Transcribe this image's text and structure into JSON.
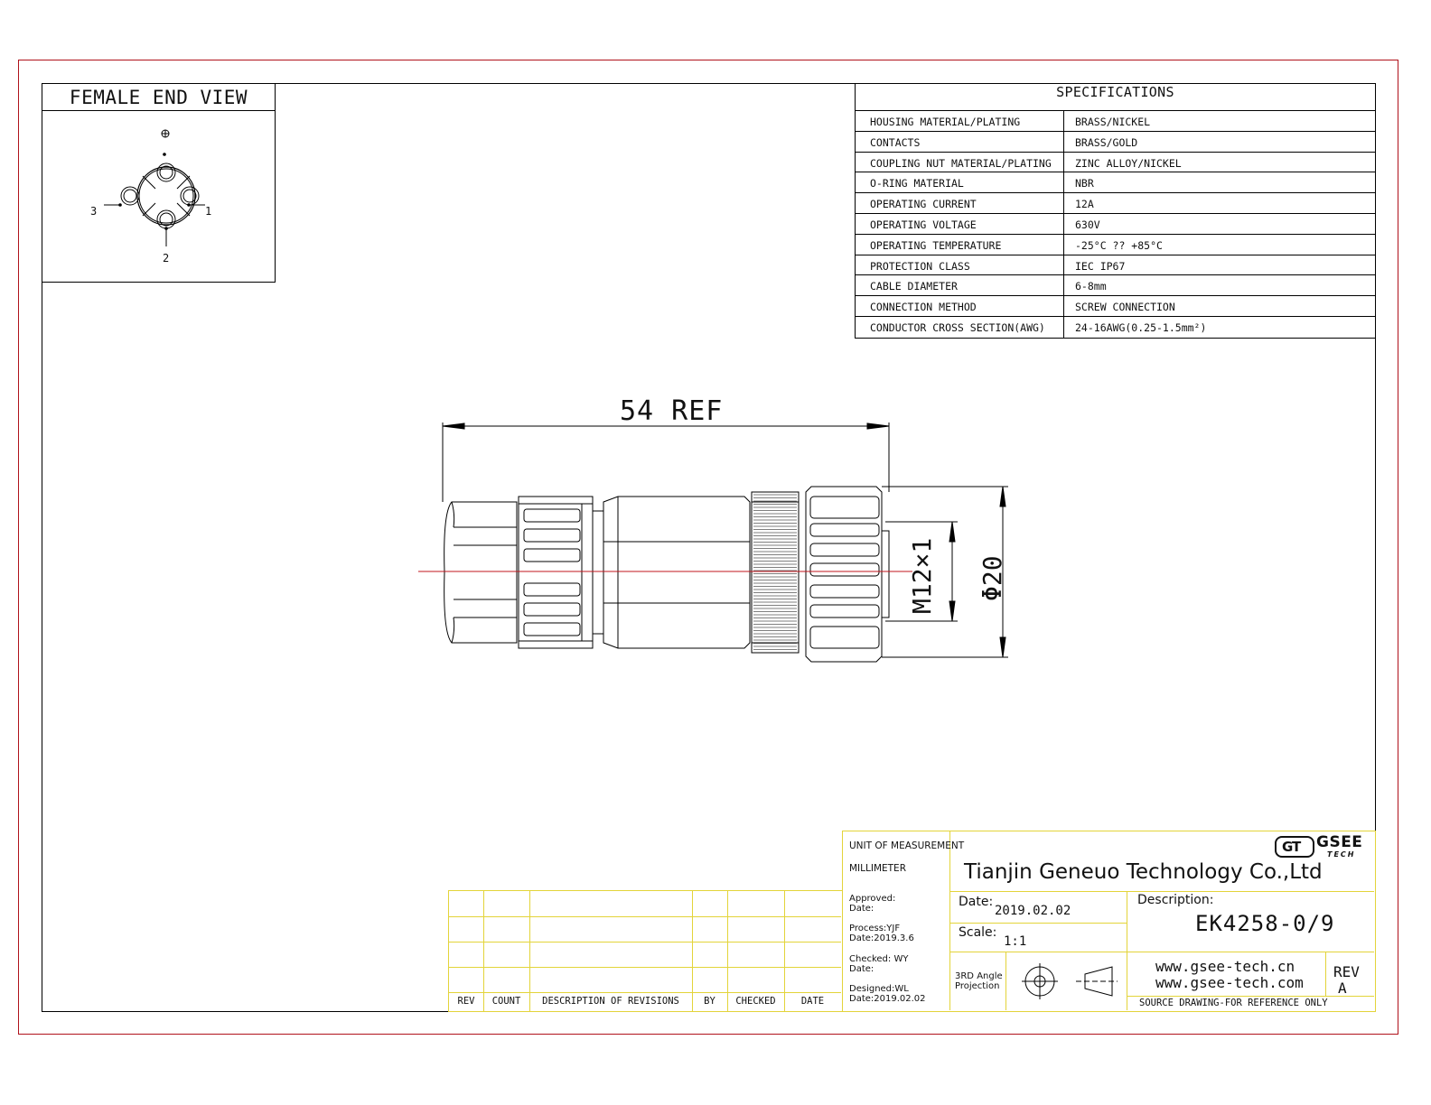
{
  "female_end_view": {
    "title": "FEMALE END VIEW",
    "pin_labels": [
      "1",
      "2",
      "3"
    ]
  },
  "specifications": {
    "title": "SPECIFICATIONS",
    "rows": [
      {
        "key": "HOUSING MATERIAL/PLATING",
        "value": "BRASS/NICKEL"
      },
      {
        "key": "CONTACTS",
        "value": "BRASS/GOLD"
      },
      {
        "key": "COUPLING NUT MATERIAL/PLATING",
        "value": "ZINC ALLOY/NICKEL"
      },
      {
        "key": "O-RING MATERIAL",
        "value": "NBR"
      },
      {
        "key": "OPERATING CURRENT",
        "value": "12A"
      },
      {
        "key": "OPERATING VOLTAGE",
        "value": "630V"
      },
      {
        "key": "OPERATING TEMPERATURE",
        "value": "-25°C ?? +85°C"
      },
      {
        "key": "PROTECTION CLASS",
        "value": "IEC  IP67"
      },
      {
        "key": "CABLE  DIAMETER",
        "value": "6-8mm"
      },
      {
        "key": "CONNECTION  METHOD",
        "value": "SCREW  CONNECTION"
      },
      {
        "key": "CONDUCTOR  CROSS  SECTION(AWG)",
        "value": "24-16AWG(0.25-1.5mm²)"
      }
    ]
  },
  "drawing": {
    "length_dim": "54 REF",
    "thread_dim": "M12×1",
    "diameter_dim": "Φ20"
  },
  "title_block": {
    "unit_label": "UNIT OF MEASUREMENT",
    "unit_value": "MILLIMETER",
    "company": "Tianjin Geneuo Technology Co.,Ltd",
    "logo_text": "GSEE",
    "logo_sub": "TECH",
    "logo_mark": "GT",
    "approved_label": "Approved:",
    "approved_date_label": "Date:",
    "process": "Process:YJF",
    "process_date": "Date:2019.3.6",
    "checked": "Checked: WY",
    "checked_date": "Date:",
    "designed": "Designed:WL",
    "designed_date": "Date:2019.02.02",
    "date_label": "Date:",
    "date_value": "2019.02.02",
    "scale_label": "Scale:",
    "scale_value": "1:1",
    "projection_line1": "3RD Angle",
    "projection_line2": "Projection",
    "description_label": "Description:",
    "part_number": "EK4258-0/9",
    "website1": "www.gsee-tech.cn",
    "website2": "www.gsee-tech.com",
    "rev_label": "REV",
    "rev_value": "A",
    "source_note": "SOURCE DRAWING-FOR REFERENCE ONLY"
  },
  "revision_table": {
    "headers": [
      "REV",
      "COUNT",
      "DESCRIPTION  OF  REVISIONS",
      "BY",
      "CHECKED",
      "DATE"
    ]
  },
  "colors": {
    "frame": "#b0121b",
    "title_block": "#e3d43a",
    "centerline": "#c0141c",
    "line": "#000000"
  }
}
